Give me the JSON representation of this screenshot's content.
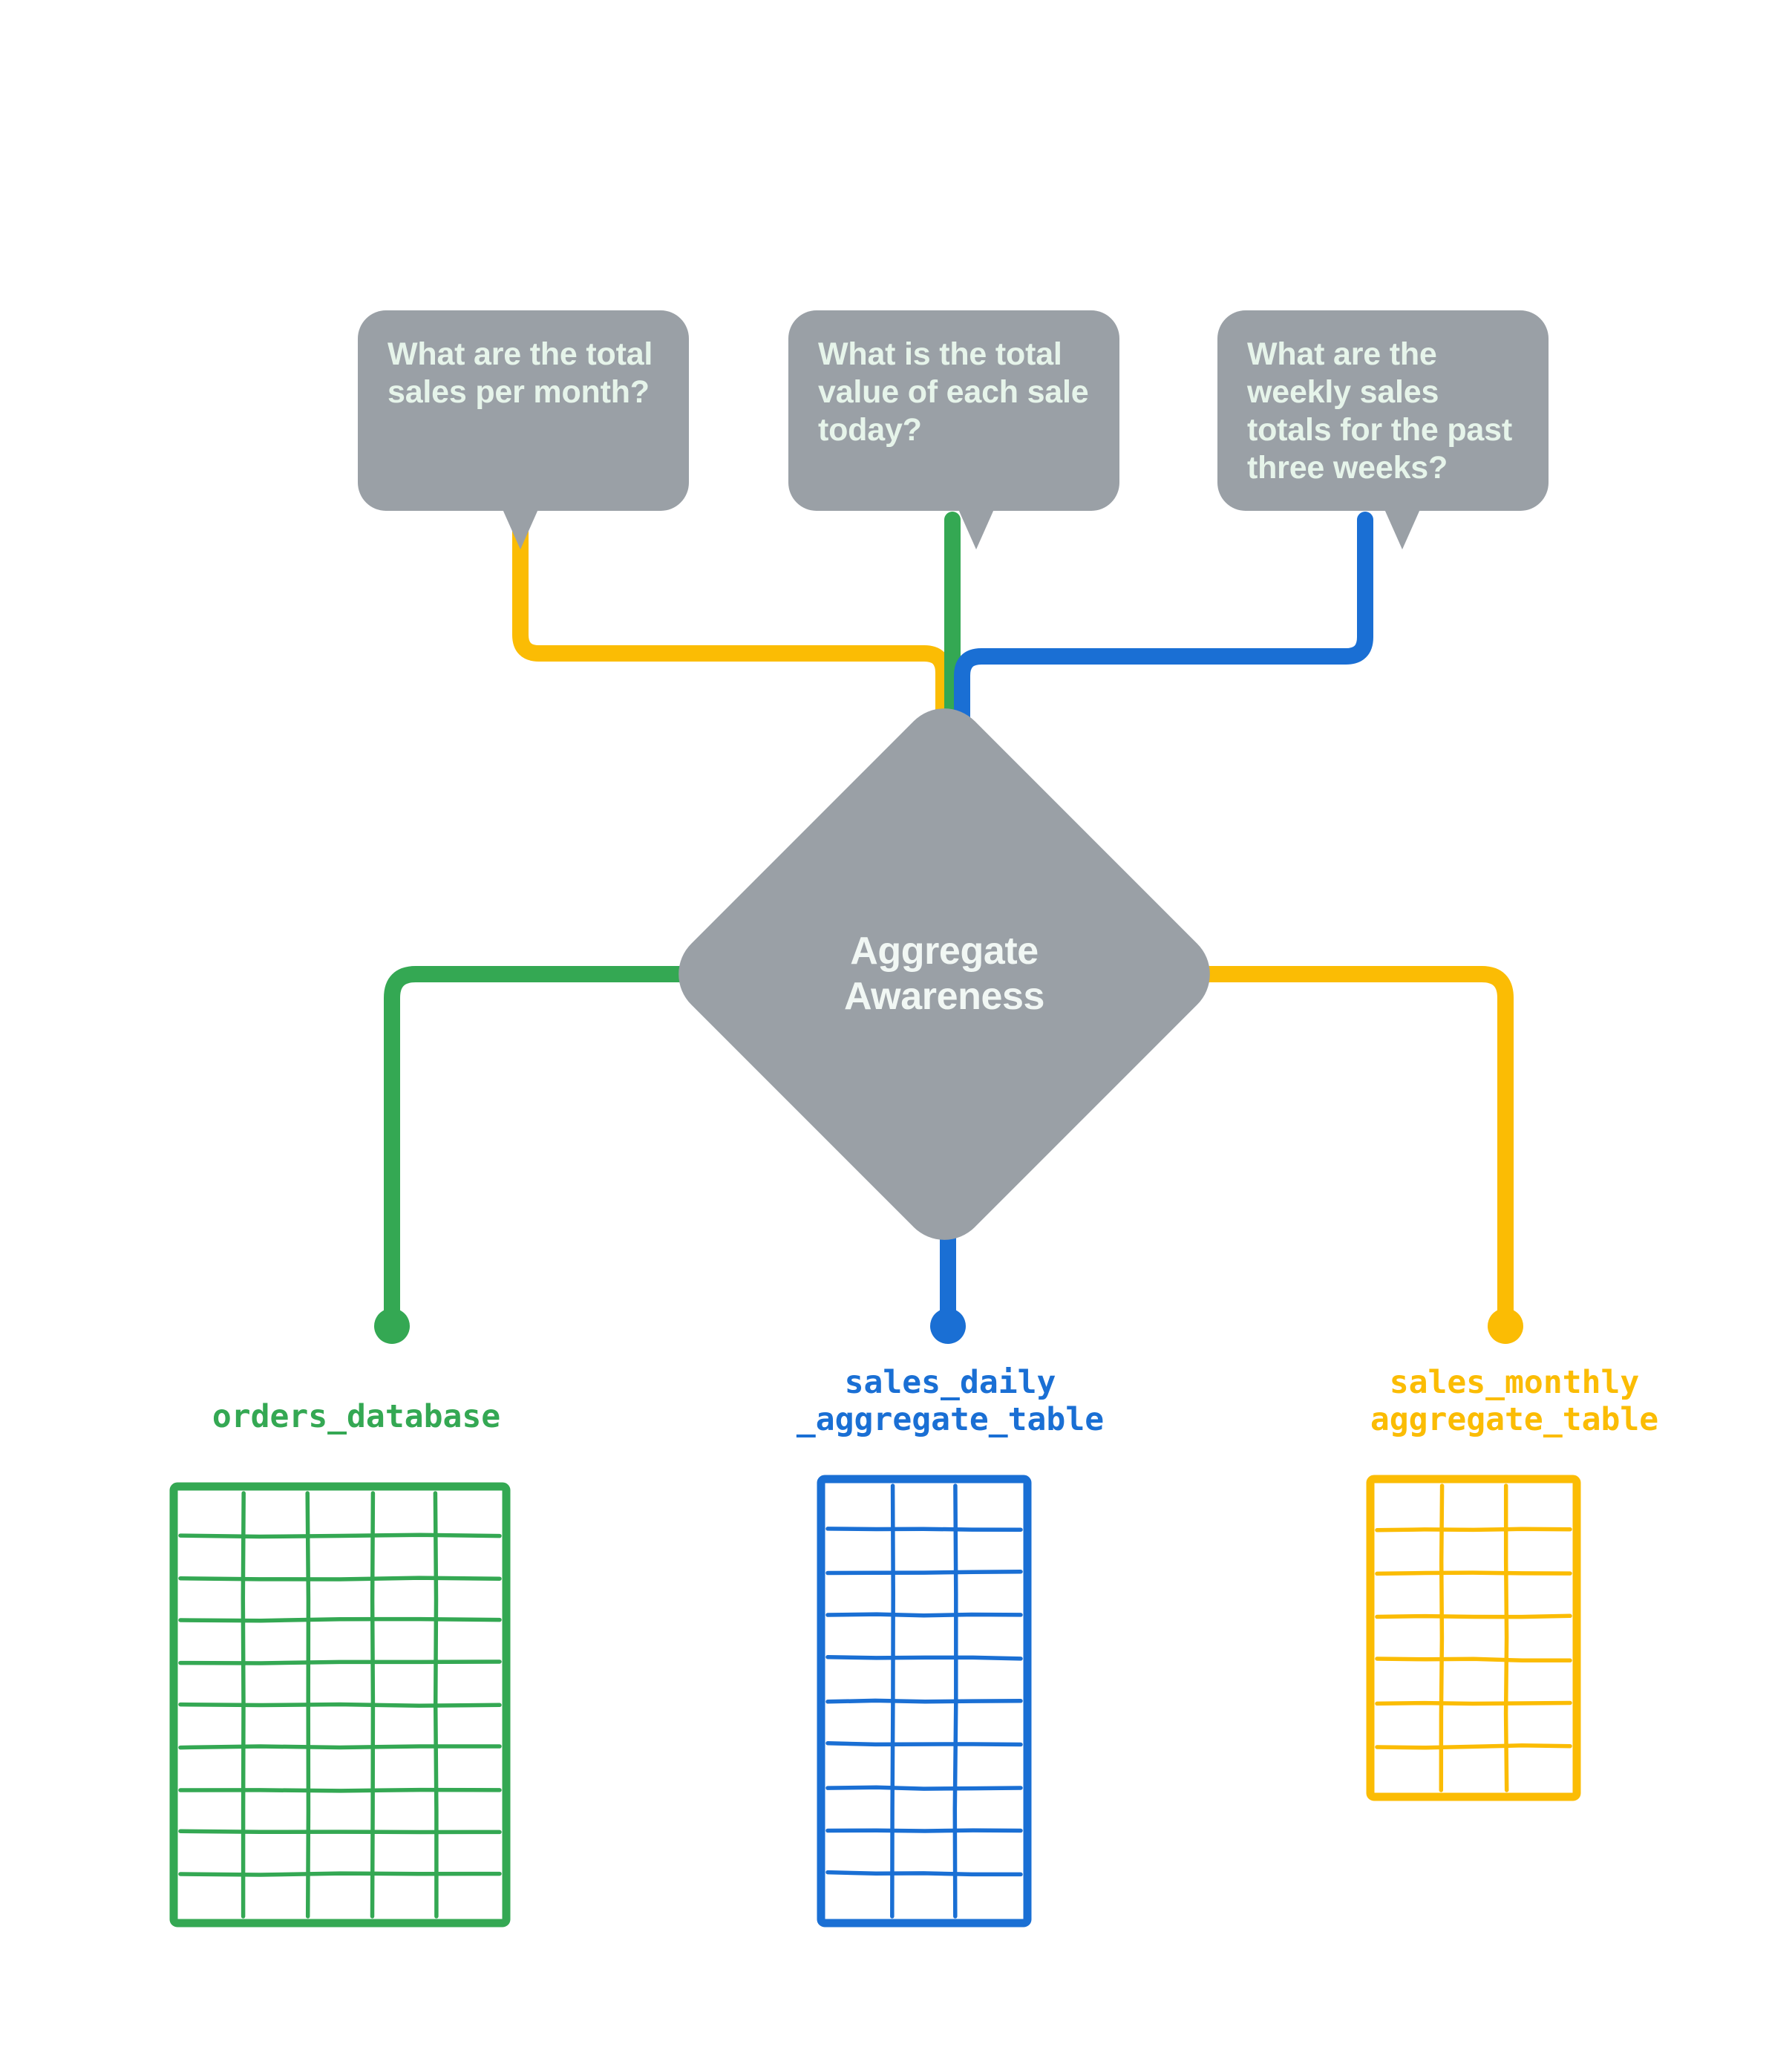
{
  "diagram": {
    "title": "Aggregate Awareness",
    "background": "#ffffff",
    "node": {
      "label": "Aggregate\nAwareness",
      "shape": "diamond",
      "fill": "#9aa0a6",
      "text_color": "#f1f7f4"
    },
    "colors": {
      "gray": "#9aa0a6",
      "bubble_text": "#e6f4ea",
      "green": "#34a853",
      "blue": "#1a6fd4",
      "yellow": "#fbbc04"
    },
    "questions": [
      {
        "id": "monthly",
        "text": "What are the total sales per month?",
        "connector_color": "#fbbc04",
        "routes_to": "sales_monthly_aggregate_table"
      },
      {
        "id": "daily",
        "text": "What is the total value of each sale today?",
        "connector_color": "#34a853",
        "routes_to": "orders_database"
      },
      {
        "id": "weekly",
        "text": "What are the weekly sales totals for the past three weeks?",
        "connector_color": "#1a6fd4",
        "routes_to": "sales_daily_aggregate_table"
      }
    ],
    "sources": [
      {
        "id": "orders",
        "caption": "orders_database",
        "color": "#34a853",
        "columns": 5,
        "rows": 10
      },
      {
        "id": "daily",
        "caption": "sales_daily\n_aggregate_table",
        "color": "#1a6fd4",
        "columns": 3,
        "rows": 10
      },
      {
        "id": "monthly",
        "caption": "sales_monthly\naggregate_table",
        "color": "#fbbc04",
        "columns": 3,
        "rows": 7
      }
    ]
  }
}
